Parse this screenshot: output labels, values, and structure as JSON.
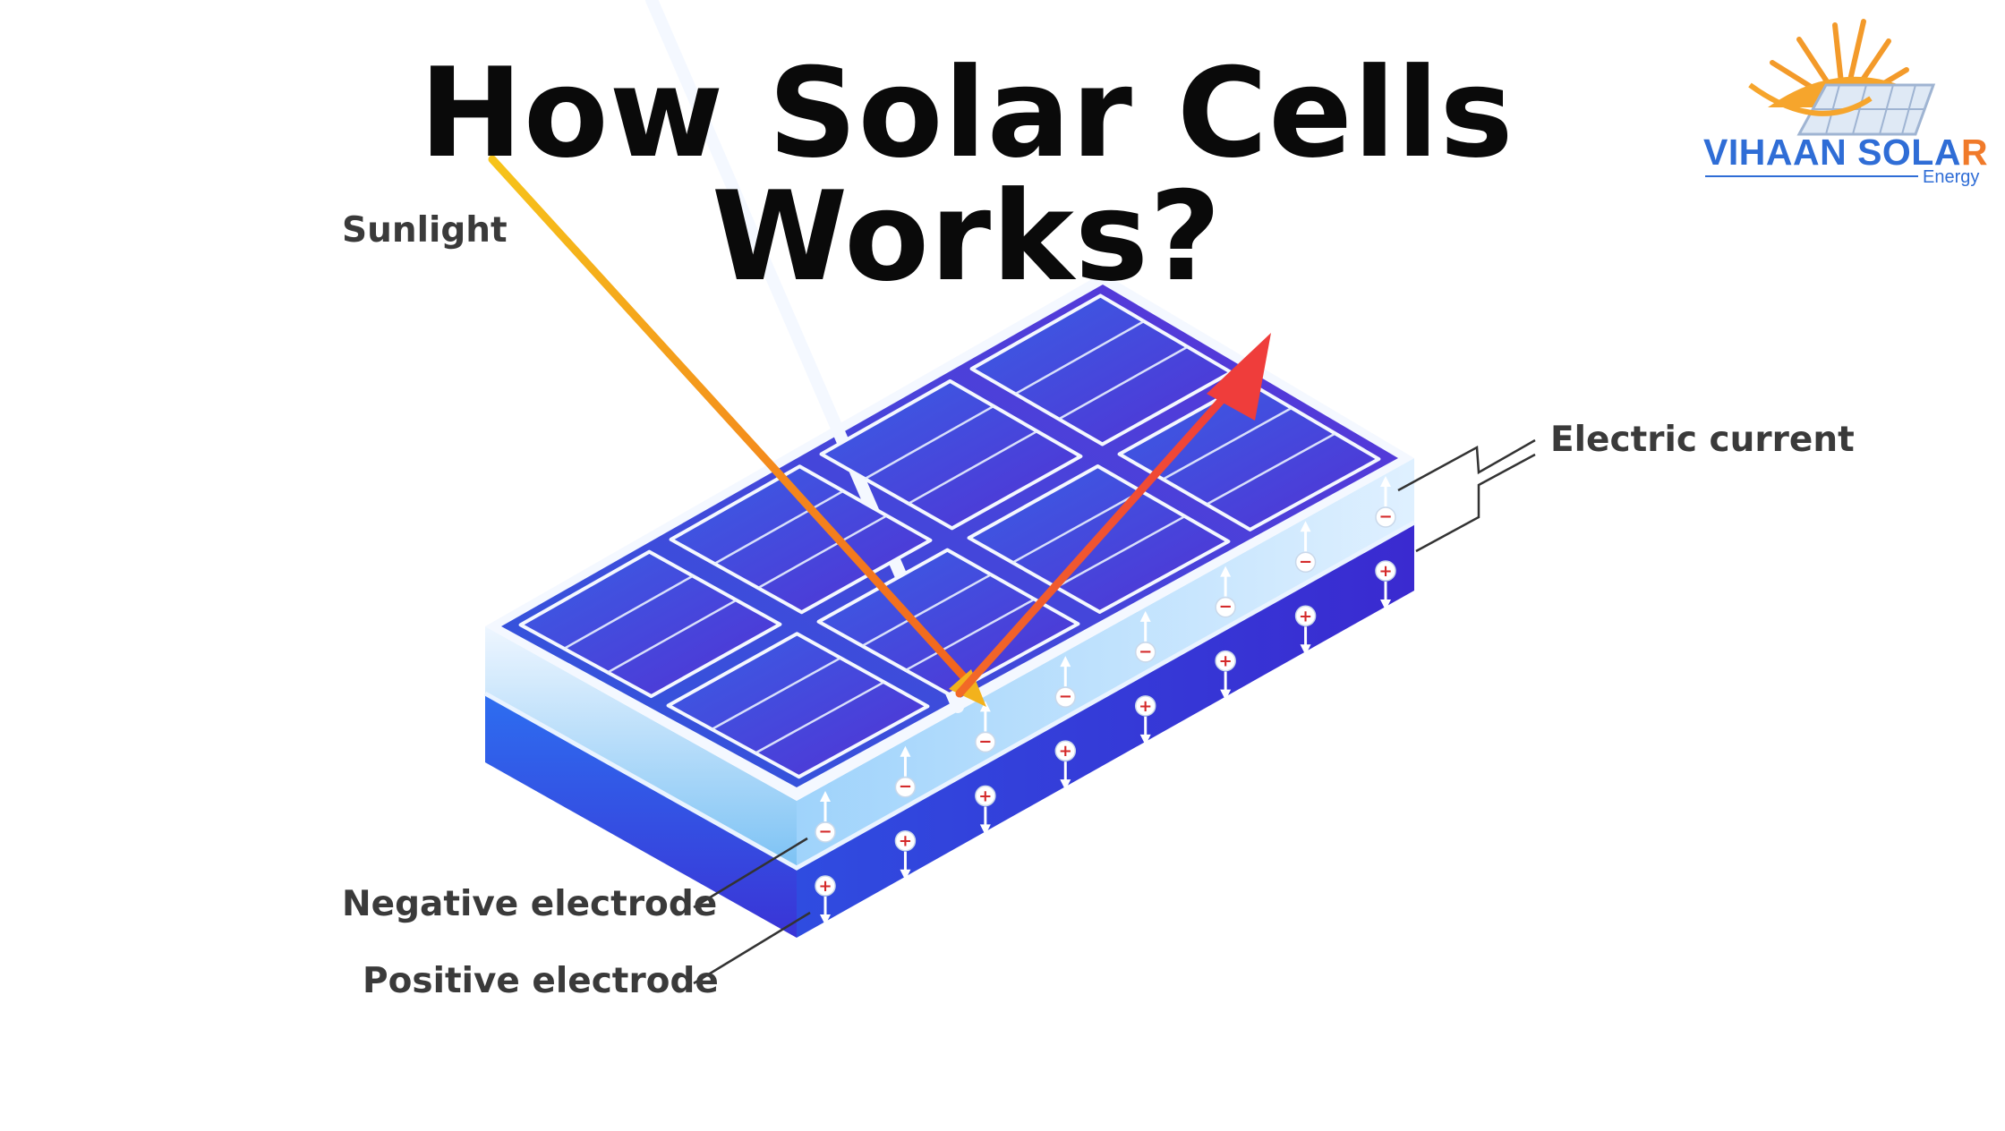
{
  "title": "How Solar Cells Works?",
  "labels": {
    "sunlight": "Sunlight",
    "electric_current": "Electric current",
    "negative_electrode": "Negative electrode",
    "positive_electrode": "Positive electrode"
  },
  "logo": {
    "name_main": "VIHAAN SOLA",
    "name_accent": "R",
    "sub": "Energy"
  },
  "charges": {
    "negative_symbol": "−",
    "positive_symbol": "+"
  },
  "colors": {
    "panel_top_start": "#2f5fe0",
    "panel_top_end": "#5a2fd6",
    "panel_side": "#3a2fd0",
    "sunlight_start": "#f6c21a",
    "sunlight_end": "#f26a1e",
    "reflected": "#ef4a38",
    "label_text": "#3a3a3a",
    "logo_blue": "#2f6dd6",
    "logo_orange": "#f07a2a"
  }
}
